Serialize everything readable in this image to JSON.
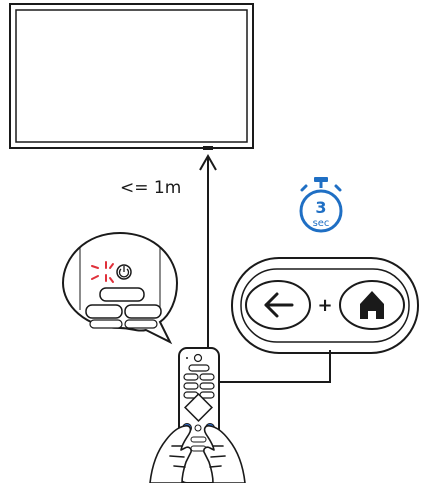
{
  "distance_label": "<= 1m",
  "timer": {
    "value": "3",
    "unit": "sec",
    "accent_color": "#1f6fc4"
  },
  "combo": {
    "plus": "+",
    "first_button_icon": "back-arrow-icon",
    "second_button_icon": "home-icon"
  },
  "colors": {
    "line": "#1a1a1a",
    "power_blink": "#e0303a",
    "remote_key_highlight": "#2f6fd0"
  }
}
